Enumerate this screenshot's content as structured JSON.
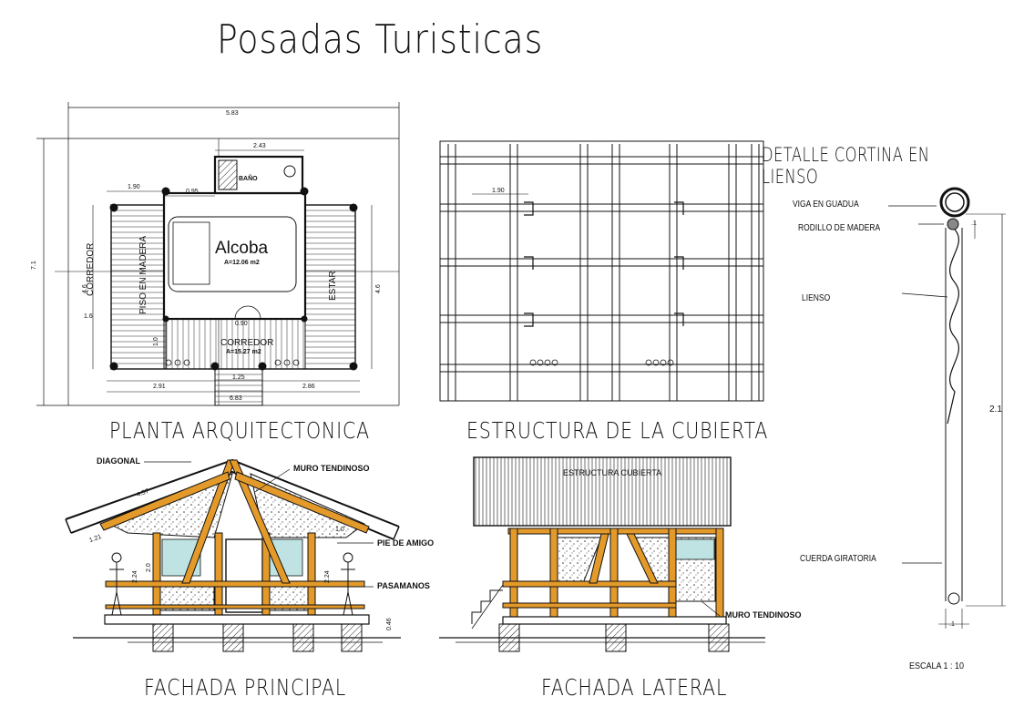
{
  "title": "Posadas Turisticas",
  "captions": {
    "plan": "PLANTA ARQUITECTONICA",
    "roof": "ESTRUCTURA DE LA CUBIERTA",
    "front": "FACHADA PRINCIPAL",
    "side": "FACHADA LATERAL"
  },
  "plan_labels": {
    "alcoba": "Alcoba",
    "alcoba_area": "A=12.06 m2",
    "bano": "BAÑO",
    "corredor": "CORREDOR",
    "corredor_area": "A=15.27 m2",
    "corredor_piso": "CORREDOR",
    "piso_madera": "PISO EN MADERA",
    "estar": "ESTAR"
  },
  "plan_dims": {
    "top": "5.83",
    "bottom": "6.83",
    "left": "7.1",
    "inner_top": "2.43",
    "d190": "1.90",
    "d95": "0.95",
    "d90": "0.90",
    "d291": "2.91",
    "d286": "2.86",
    "d125": "1.25",
    "left_side": "4.6",
    "right_side": "4.6",
    "small_left": "1.6",
    "left_low": "1.0"
  },
  "roof_dims": {
    "d190": "1.90"
  },
  "front_labels": {
    "diagonal": "DIAGONAL",
    "muro": "MURO TENDINOSO",
    "pie_amigo": "PIE DE AMIGO",
    "pasamanos": "PASAMANOS"
  },
  "front_dims": {
    "slope": "4.57",
    "left_over": "1.21",
    "right_over": "1.0",
    "h1": "2.0",
    "h2": "2.24",
    "h3": "2.24",
    "base": "0.46"
  },
  "side_labels": {
    "estructura": "ESTRUCTURA CUBIERTA",
    "muro": "MURO TENDINOSO"
  },
  "detail": {
    "title": "DETALLE CORTINA EN LIENSO",
    "viga": "VIGA EN GUADUA",
    "rodillo": "RODILLO DE MADERA",
    "lienso": "LIENSO",
    "cuerda": "CUERDA GIRATORIA",
    "dim_top": ".1",
    "dim_height": "2.1",
    "dim_bottom": ".1",
    "escala": "ESCALA 1 : 10"
  }
}
